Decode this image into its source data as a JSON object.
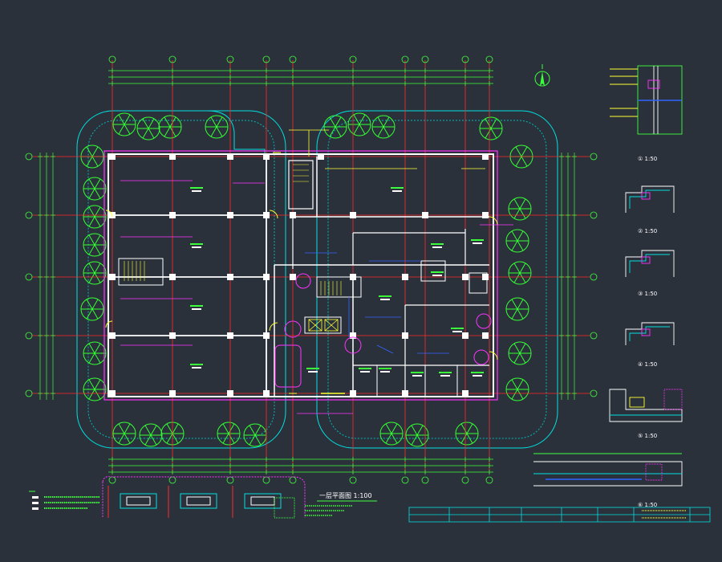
{
  "plan": {
    "title": "一层平面图 1:100",
    "scale_note": "1:100"
  },
  "details": [
    {
      "num": "①",
      "label": "1:50"
    },
    {
      "num": "②",
      "label": "1:50"
    },
    {
      "num": "③",
      "label": "1:50"
    },
    {
      "num": "④",
      "label": "1:50"
    },
    {
      "num": "⑤",
      "label": "1:50"
    },
    {
      "num": "⑥",
      "label": "1:50"
    }
  ],
  "colors": {
    "background": "#2b313b",
    "wall": "#ffffff",
    "grid_line": "#ff2a2a",
    "dimension": "#3cff3c",
    "landscape": "#00e0e0",
    "tree": "#33ff33",
    "accent_yellow": "#ffff33",
    "accent_magenta": "#ff33ff",
    "accent_blue": "#3366ff"
  }
}
